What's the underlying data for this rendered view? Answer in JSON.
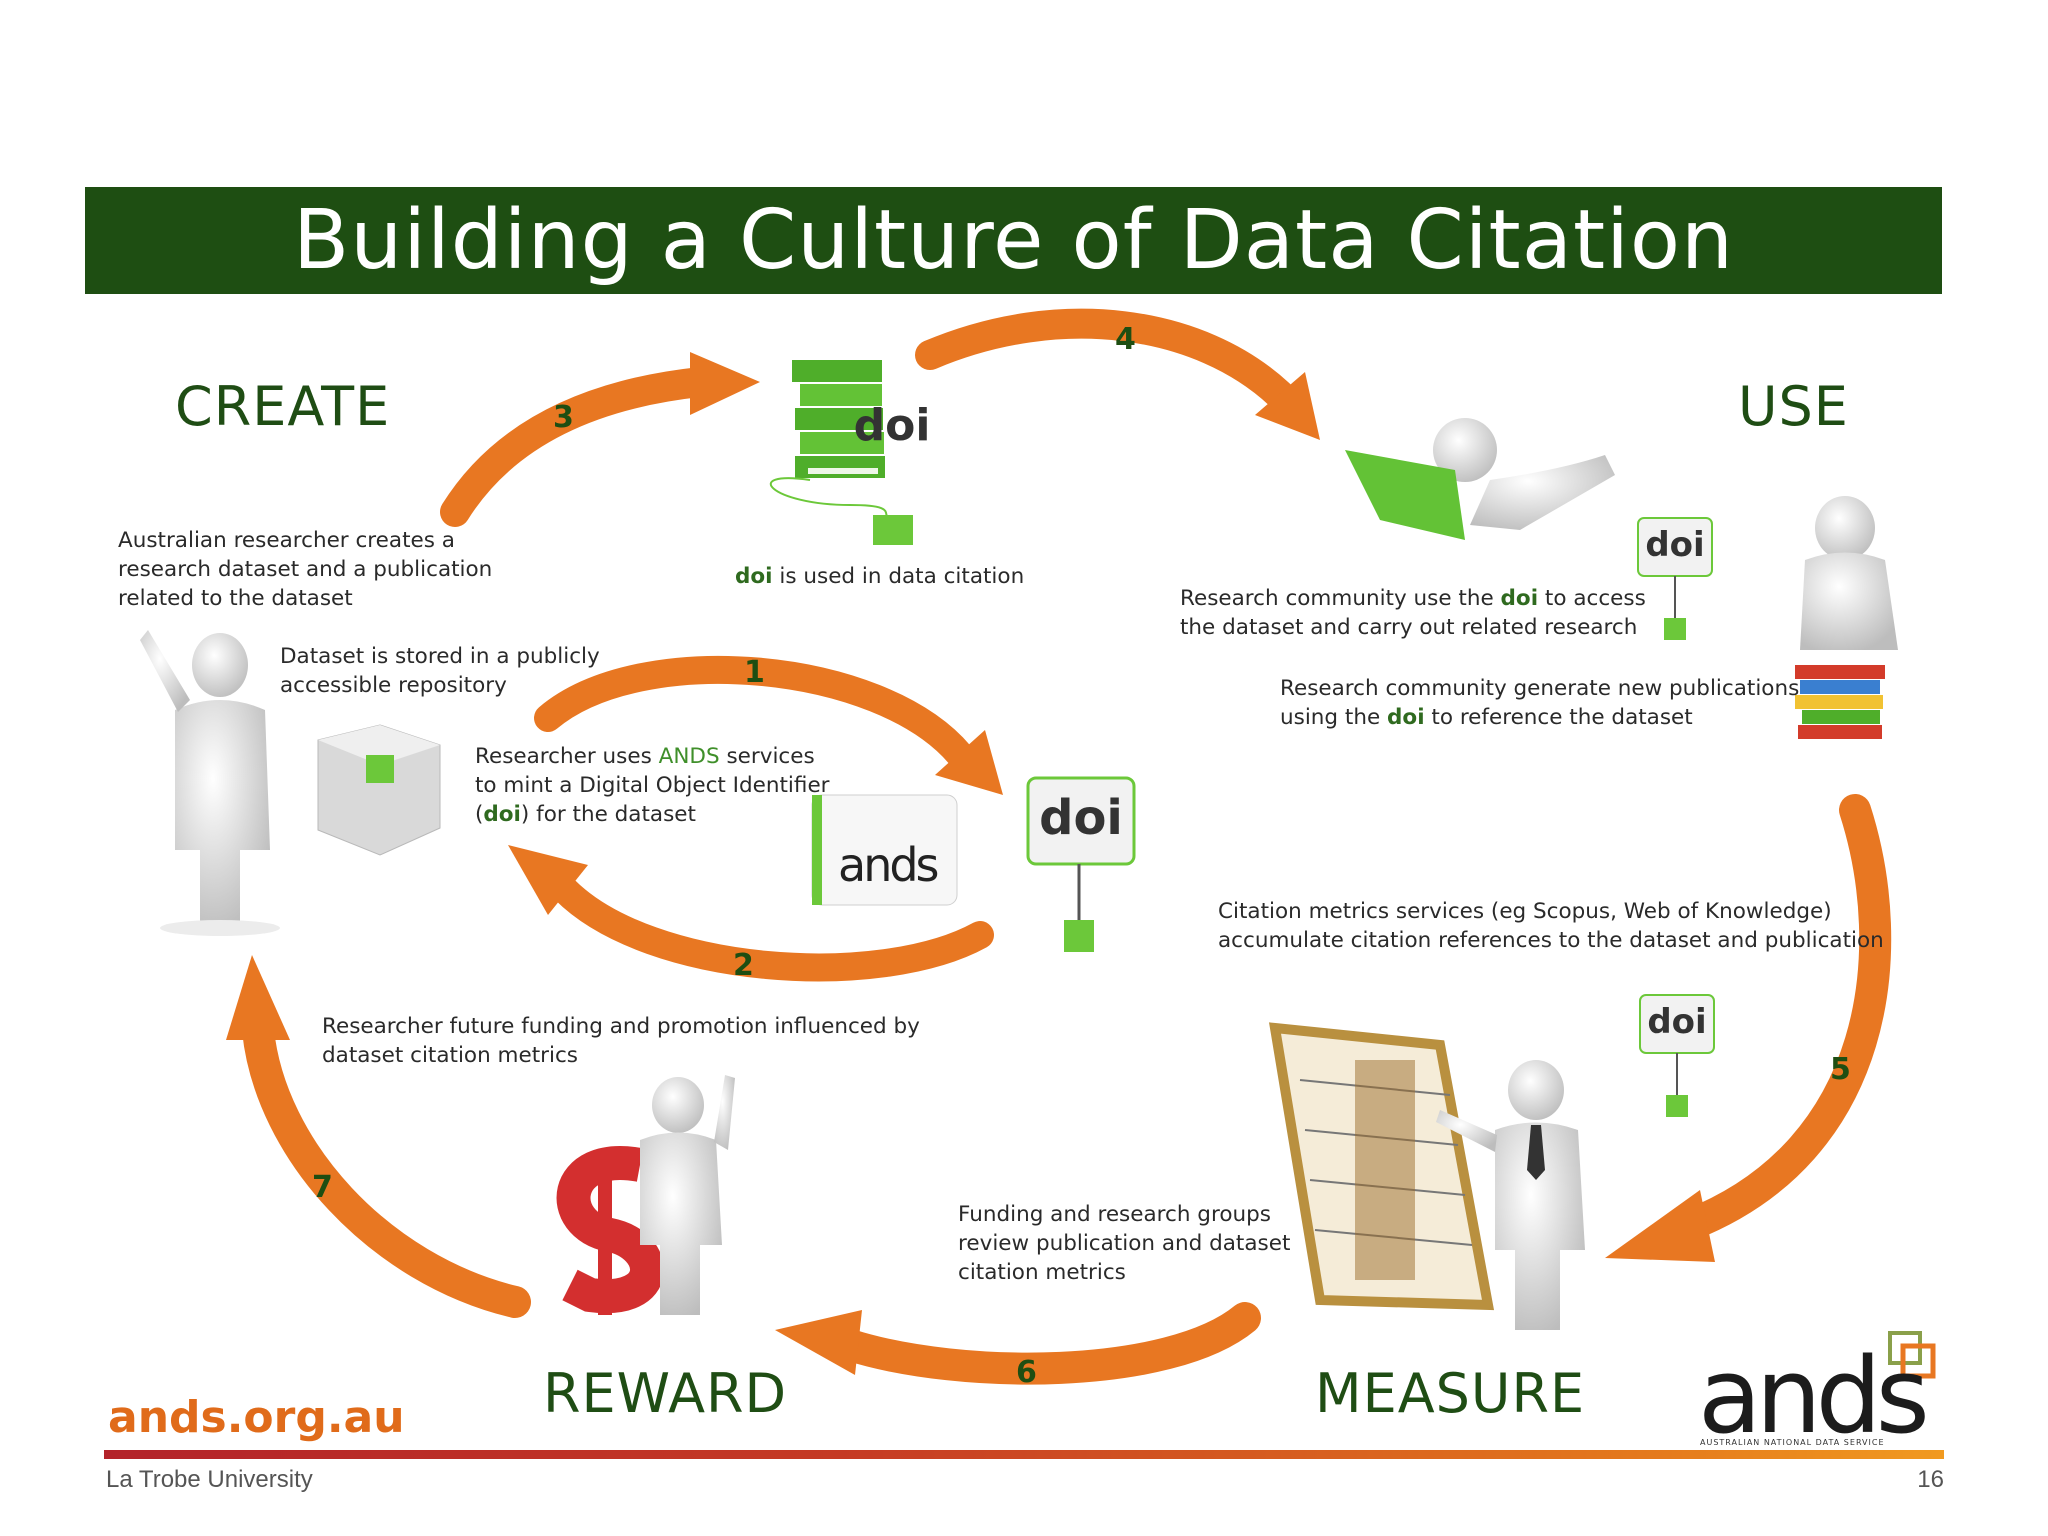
{
  "title": "Building a Culture of Data Citation",
  "stages": {
    "create": "CREATE",
    "use": "USE",
    "reward": "REWARD",
    "measure": "MEASURE"
  },
  "steps": [
    "1",
    "2",
    "3",
    "4",
    "5",
    "6",
    "7"
  ],
  "descriptions": {
    "creates_1": "Australian researcher creates a",
    "creates_2": "research dataset and a publication",
    "creates_3": "related to the dataset",
    "stored_1": "Dataset is stored in a publicly",
    "stored_2": "accessible repository",
    "mint_1a": "Researcher uses ",
    "mint_1b": "ANDS",
    "mint_1c": " services",
    "mint_2": "to mint a Digital Object Identifier",
    "mint_3a": "(",
    "mint_3b": "doi",
    "mint_3c": ") for the dataset",
    "doi_used_a": "doi",
    "doi_used_b": " is used in data citation",
    "access_1a": "Research community use the ",
    "access_1b": "doi",
    "access_1c": " to access",
    "access_2": "the dataset and carry out related research",
    "generate_1": "Research community generate new publications",
    "generate_2a": "using the ",
    "generate_2b": "doi",
    "generate_2c": " to reference the dataset",
    "metrics_1": "Citation metrics services (eg Scopus, Web of Knowledge)",
    "metrics_2": "accumulate citation references to the dataset and publication",
    "funding_1": "Funding and research groups",
    "funding_2": "review publication and dataset",
    "funding_3": "citation metrics",
    "future_1": "Researcher future funding and promotion influenced by",
    "future_2": "dataset citation metrics"
  },
  "doi_tag": "doi",
  "ands_logo": "ands",
  "ands_logo_sub": "AUSTRALIAN NATIONAL DATA SERVICE",
  "ands_url": "ands.org.au",
  "footer": {
    "institution": "La Trobe University",
    "page": "16"
  },
  "colors": {
    "title_bg": "#1e4e12",
    "stage_text": "#1f4d14",
    "arrow": "#e87722",
    "accent_green": "#6cc83a",
    "url_orange": "#e06b1a"
  }
}
